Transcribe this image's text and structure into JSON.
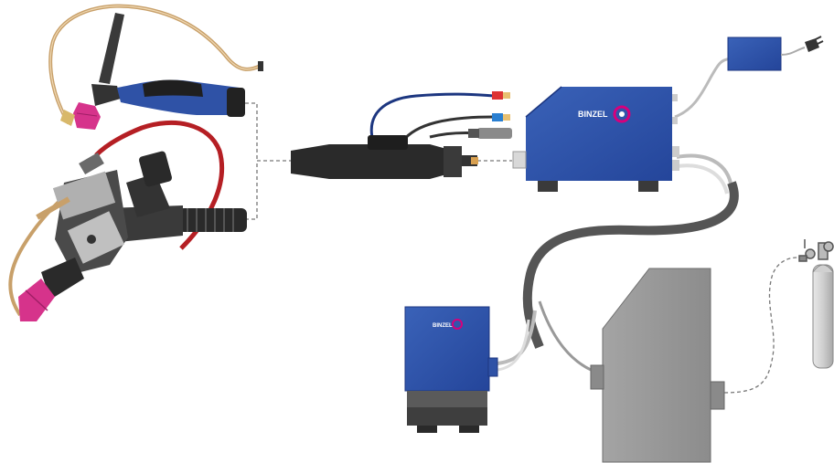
{
  "brand": {
    "logo_text": "BINZEL",
    "accent_color": "#d6007c"
  },
  "colors": {
    "unit_blue": "#2f52a6",
    "unit_blue_dark": "#1c3680",
    "machine_gray": "#9a9a9a",
    "hose_dark": "#555555",
    "hose_red": "#b51f24",
    "nozzle_pink": "#d6338b"
  },
  "components": [
    {
      "name": "tig-torch-flexible",
      "icon": "torch-icon"
    },
    {
      "name": "tig-torch-gas-cooled",
      "icon": "torch-icon"
    },
    {
      "name": "hose-package-connector",
      "icon": "connector-icon"
    },
    {
      "name": "cooling-unit",
      "icon": "box-icon"
    },
    {
      "name": "control-box",
      "icon": "box-icon"
    },
    {
      "name": "mains-plug",
      "icon": "plug-icon"
    },
    {
      "name": "wire-feeder",
      "icon": "box-icon"
    },
    {
      "name": "power-source",
      "icon": "machine-icon"
    },
    {
      "name": "gas-cylinder",
      "icon": "gas-cylinder-icon"
    }
  ]
}
